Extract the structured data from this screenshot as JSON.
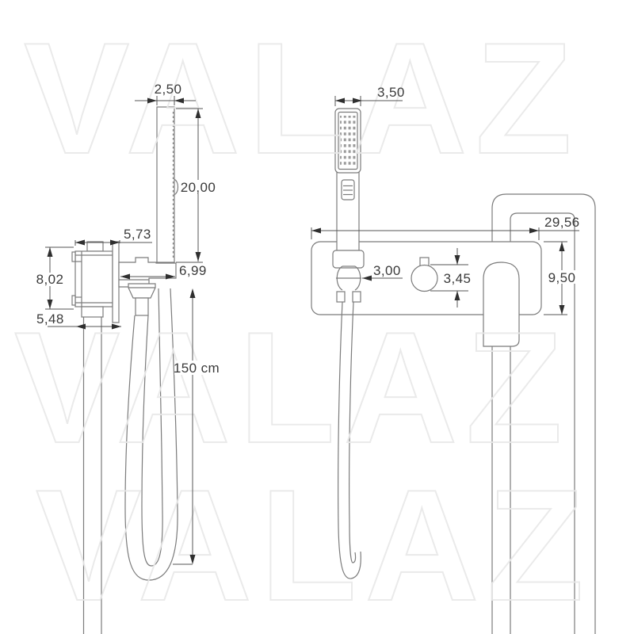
{
  "watermark": {
    "brand": "VALAZ",
    "color": "#e8e8e8"
  },
  "side_view": {
    "handshower_width": "2,50",
    "handshower_length": "20,00",
    "body_depth": "5,73",
    "body_height": "8,02",
    "trim_depth": "5,48",
    "holder_reach": "6,99",
    "hose_length": "150 cm"
  },
  "front_view": {
    "handshower_face_width": "3,50",
    "body_width": "29,56",
    "body_height": "9,50",
    "hose_connector_width": "3,00",
    "diverter_knob_diameter": "3,45"
  },
  "colors": {
    "drawing_line": "#7b7b7b",
    "dimension_line": "#565656",
    "dimension_text": "#3a3a3a"
  }
}
